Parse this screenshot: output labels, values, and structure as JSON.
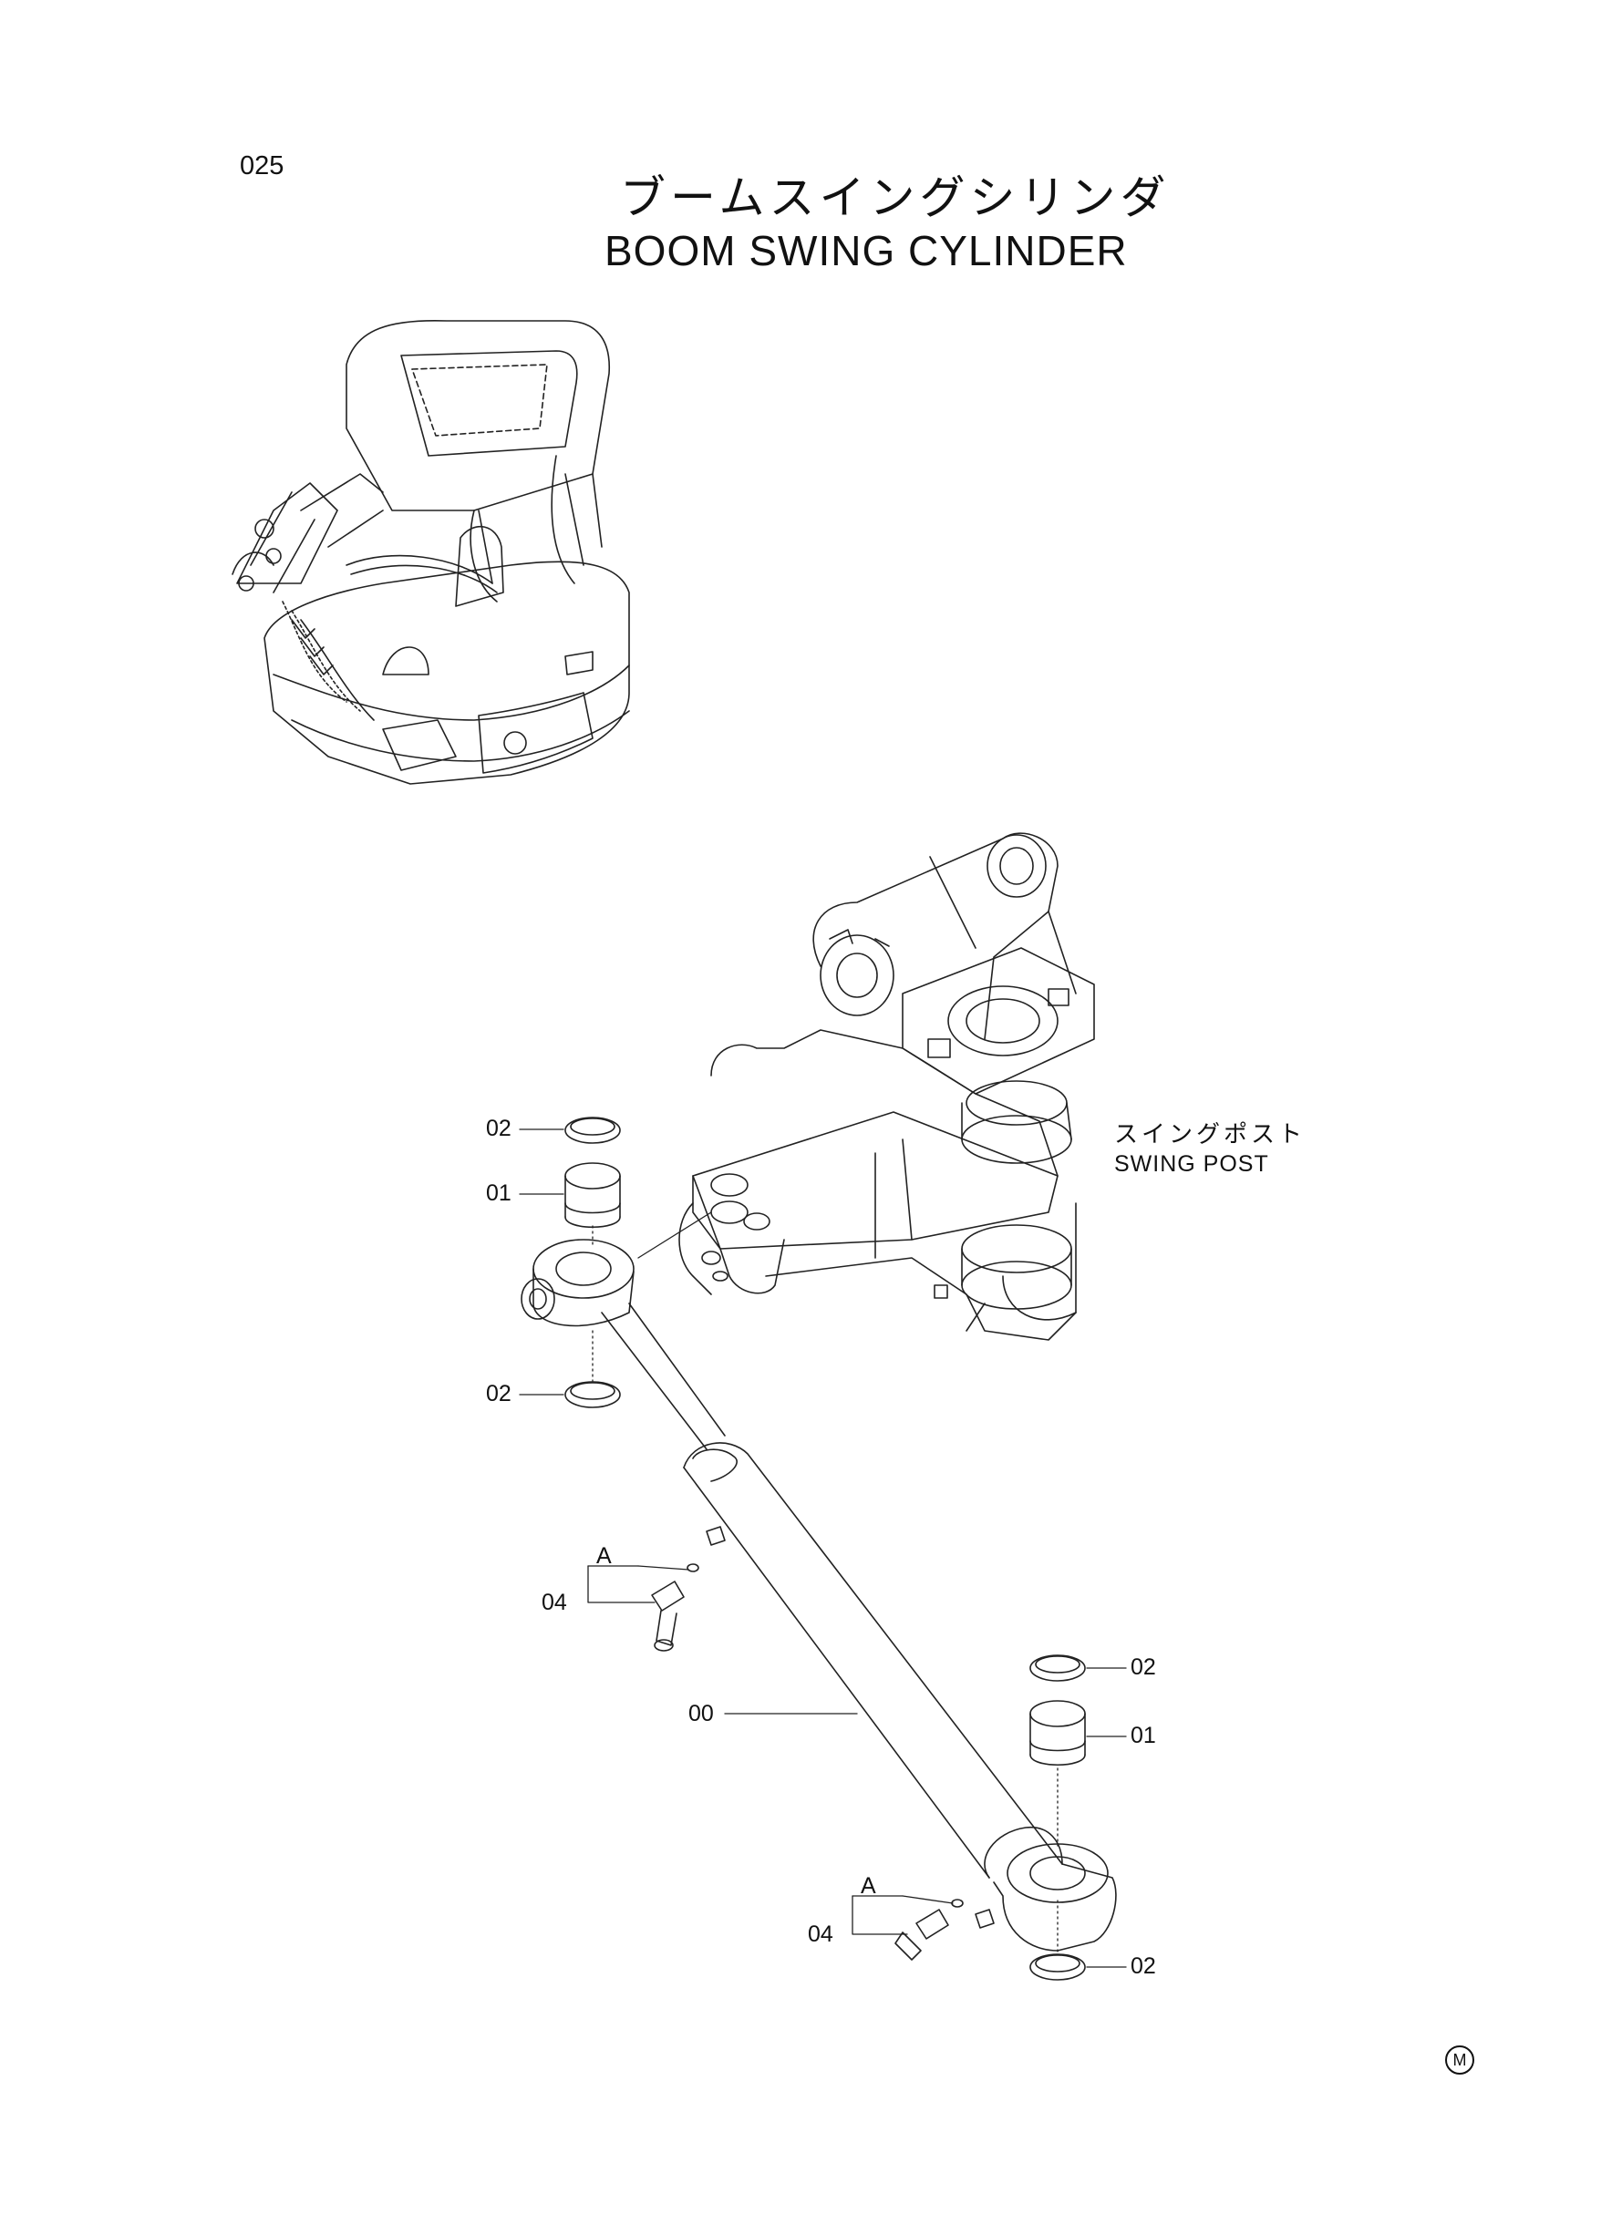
{
  "page_number": "025",
  "title": {
    "japanese": "ブームスイングシリンダ",
    "english": "BOOM SWING CYLINDER"
  },
  "swing_post_label": {
    "japanese": "スイングポスト",
    "english": "SWING POST"
  },
  "callouts": [
    {
      "id": "02",
      "position": "upper-left top"
    },
    {
      "id": "01",
      "position": "upper-left"
    },
    {
      "id": "02",
      "position": "upper-left bottom"
    },
    {
      "id": "A",
      "position": "upper grease fitting"
    },
    {
      "id": "04",
      "position": "upper grease fitting"
    },
    {
      "id": "00",
      "position": "cylinder"
    },
    {
      "id": "02",
      "position": "lower-right top"
    },
    {
      "id": "01",
      "position": "lower-right"
    },
    {
      "id": "A",
      "position": "lower grease fitting"
    },
    {
      "id": "04",
      "position": "lower grease fitting"
    },
    {
      "id": "02",
      "position": "lower-right bottom"
    }
  ],
  "mark": "M"
}
